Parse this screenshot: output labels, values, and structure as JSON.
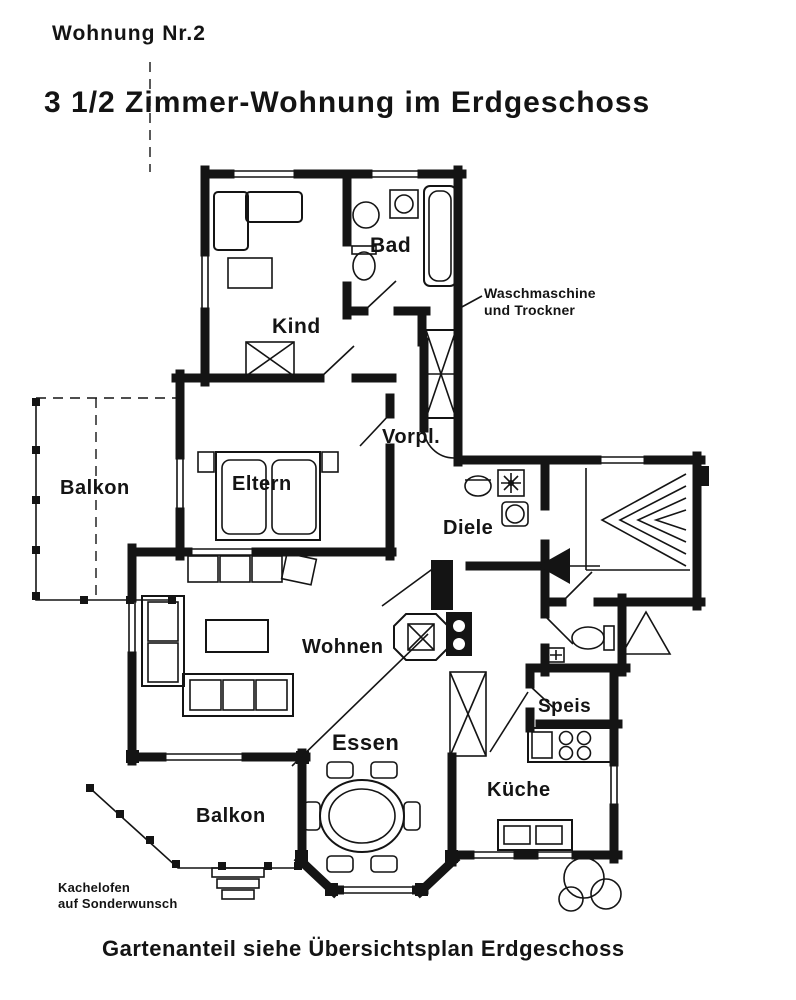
{
  "header": {
    "subtitle": "Wohnung Nr.2",
    "title": "3 1/2 Zimmer-Wohnung im Erdgeschoss"
  },
  "footer": {
    "note": "Gartenanteil siehe Übersichtsplan Erdgeschoss"
  },
  "rooms": {
    "bad": "Bad",
    "kind": "Kind",
    "vorpl": "Vorpl.",
    "balkon_oben": "Balkon",
    "eltern": "Eltern",
    "diele": "Diele",
    "wohnen": "Wohnen",
    "speis": "Speis",
    "essen": "Essen",
    "kueche": "Küche",
    "balkon_unten": "Balkon"
  },
  "annotations": {
    "washer_line1": "Waschmaschine",
    "washer_line2": "und Trockner",
    "stove_line1": "Kachelofen",
    "stove_line2": "auf Sonderwunsch"
  },
  "colors": {
    "ink": "#141414",
    "paper": "#ffffff"
  }
}
